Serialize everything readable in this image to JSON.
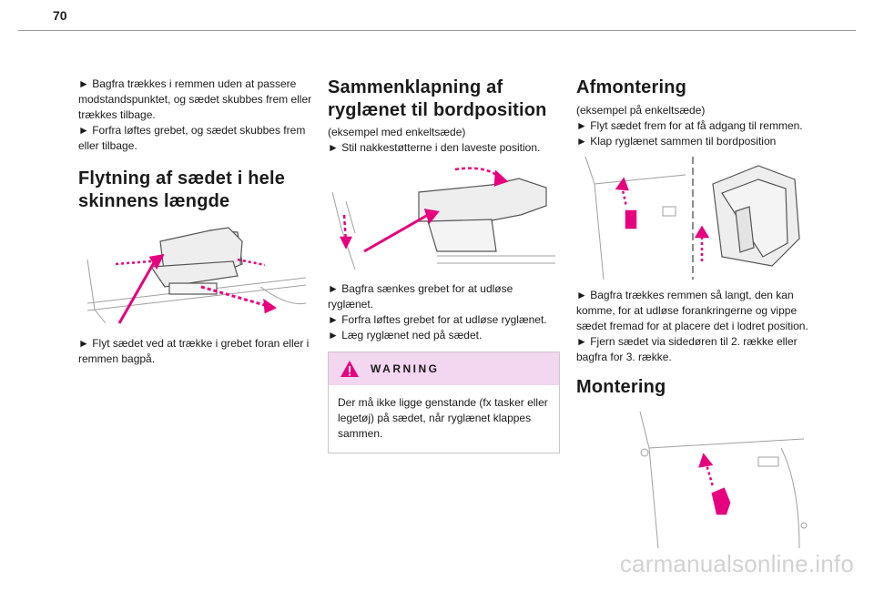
{
  "page": {
    "number": "70"
  },
  "column_left": {
    "intro_lines": [
      "► Bagfra trækkes i remmen uden at passere",
      "modstandspunktet, og sædet skubbes frem eller",
      "trækkes tilbage.",
      "► Forfra løftes grebet, og sædet skubbes frem",
      "eller tilbage."
    ],
    "heading_lines": [
      "Flytning af sædet i hele",
      "skinnens længde"
    ],
    "step_lines": [
      "► Flyt sædet ved at trække i grebet foran eller i",
      "remmen bagpå."
    ]
  },
  "column_middle": {
    "heading_lines": [
      "Sammenklapning af",
      "ryglænet til bordposition"
    ],
    "intro_lines": [
      "(eksempel med enkeltsæde)",
      "► Stil nakkestøtterne i den laveste position."
    ],
    "step_lines": [
      "► Bagfra sænkes grebet for at udløse ryglænet.",
      "► Forfra løftes grebet for at udløse ryglænet.",
      "► Læg ryglænet ned på sædet."
    ],
    "warning": {
      "label": "WARNING",
      "text_lines": [
        "Der må ikke ligge genstande (fx tasker eller",
        "legetøj) på sædet, når ryglænet klappes",
        "sammen."
      ]
    }
  },
  "column_right": {
    "heading": "Afmontering",
    "intro_lines": [
      "(eksempel på enkeltsæde)",
      "► Flyt sædet frem for at få adgang til remmen.",
      "► Klap ryglænet sammen til bordposition"
    ],
    "step_lines": [
      "► Bagfra trækkes remmen så langt, den kan",
      "komme, for at udløse forankringerne og vippe",
      "sædet fremad for at placere det i lodret position.",
      "► Fjern sædet via sidedøren til 2. række eller",
      "bagfra for 3. række."
    ],
    "heading2": "Montering"
  },
  "watermark": {
    "text": "carmanualsonline.info"
  },
  "colors": {
    "accent": "#e6007e",
    "warning_band": "#f3d6ef",
    "warning_triangle": "#e6007e"
  },
  "icons": {
    "warning": "warning-triangle-icon"
  }
}
